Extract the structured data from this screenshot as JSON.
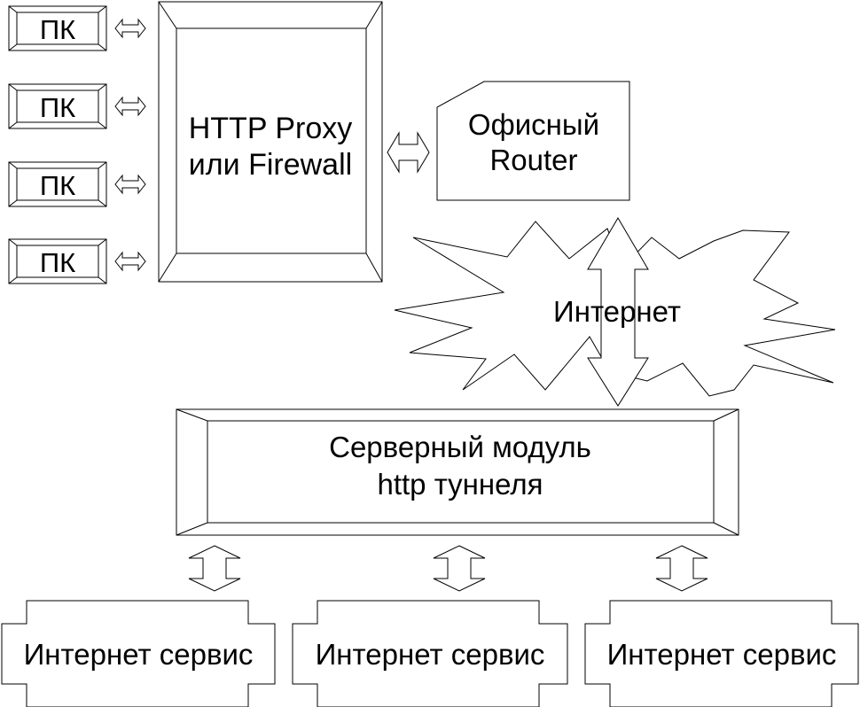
{
  "pc_label": "ПК",
  "proxy": {
    "line1": "HTTP Proxy",
    "line2": "или Firewall"
  },
  "router": {
    "line1": "Офисный",
    "line2": "Router"
  },
  "internet": {
    "label": "Интернет"
  },
  "server_module": {
    "line1": "Серверный модуль",
    "line2": "http туннеля"
  },
  "service_label": "Интернет сервис",
  "colors": {
    "stroke": "#000000",
    "fill": "#ffffff"
  }
}
